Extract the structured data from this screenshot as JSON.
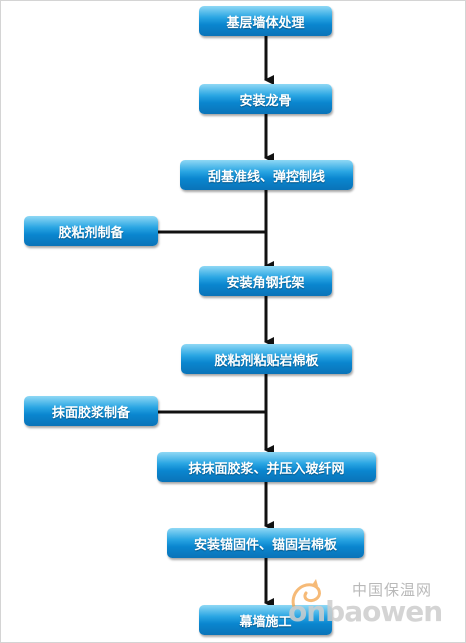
{
  "steps": {
    "s1": "基层墙体处理",
    "s2": "安装龙骨",
    "s3": "刮基准线、弹控制线",
    "s4": "安装角钢托架",
    "s5": "胶粘剂粘贴岩棉板",
    "s6": "抹抹面胶浆、并压入玻纤网",
    "s7": "安装锚固件、锚固岩棉板",
    "s8": "幕墙施工"
  },
  "side_inputs": {
    "a": "胶粘剂制备",
    "b": "抹面胶浆制备"
  },
  "watermark": {
    "cn": "中国保温网",
    "en": "onbaowen"
  },
  "colors": {
    "box_top": "#8fd8f5",
    "box_bottom": "#0a73b8",
    "arrow": "#111111"
  }
}
